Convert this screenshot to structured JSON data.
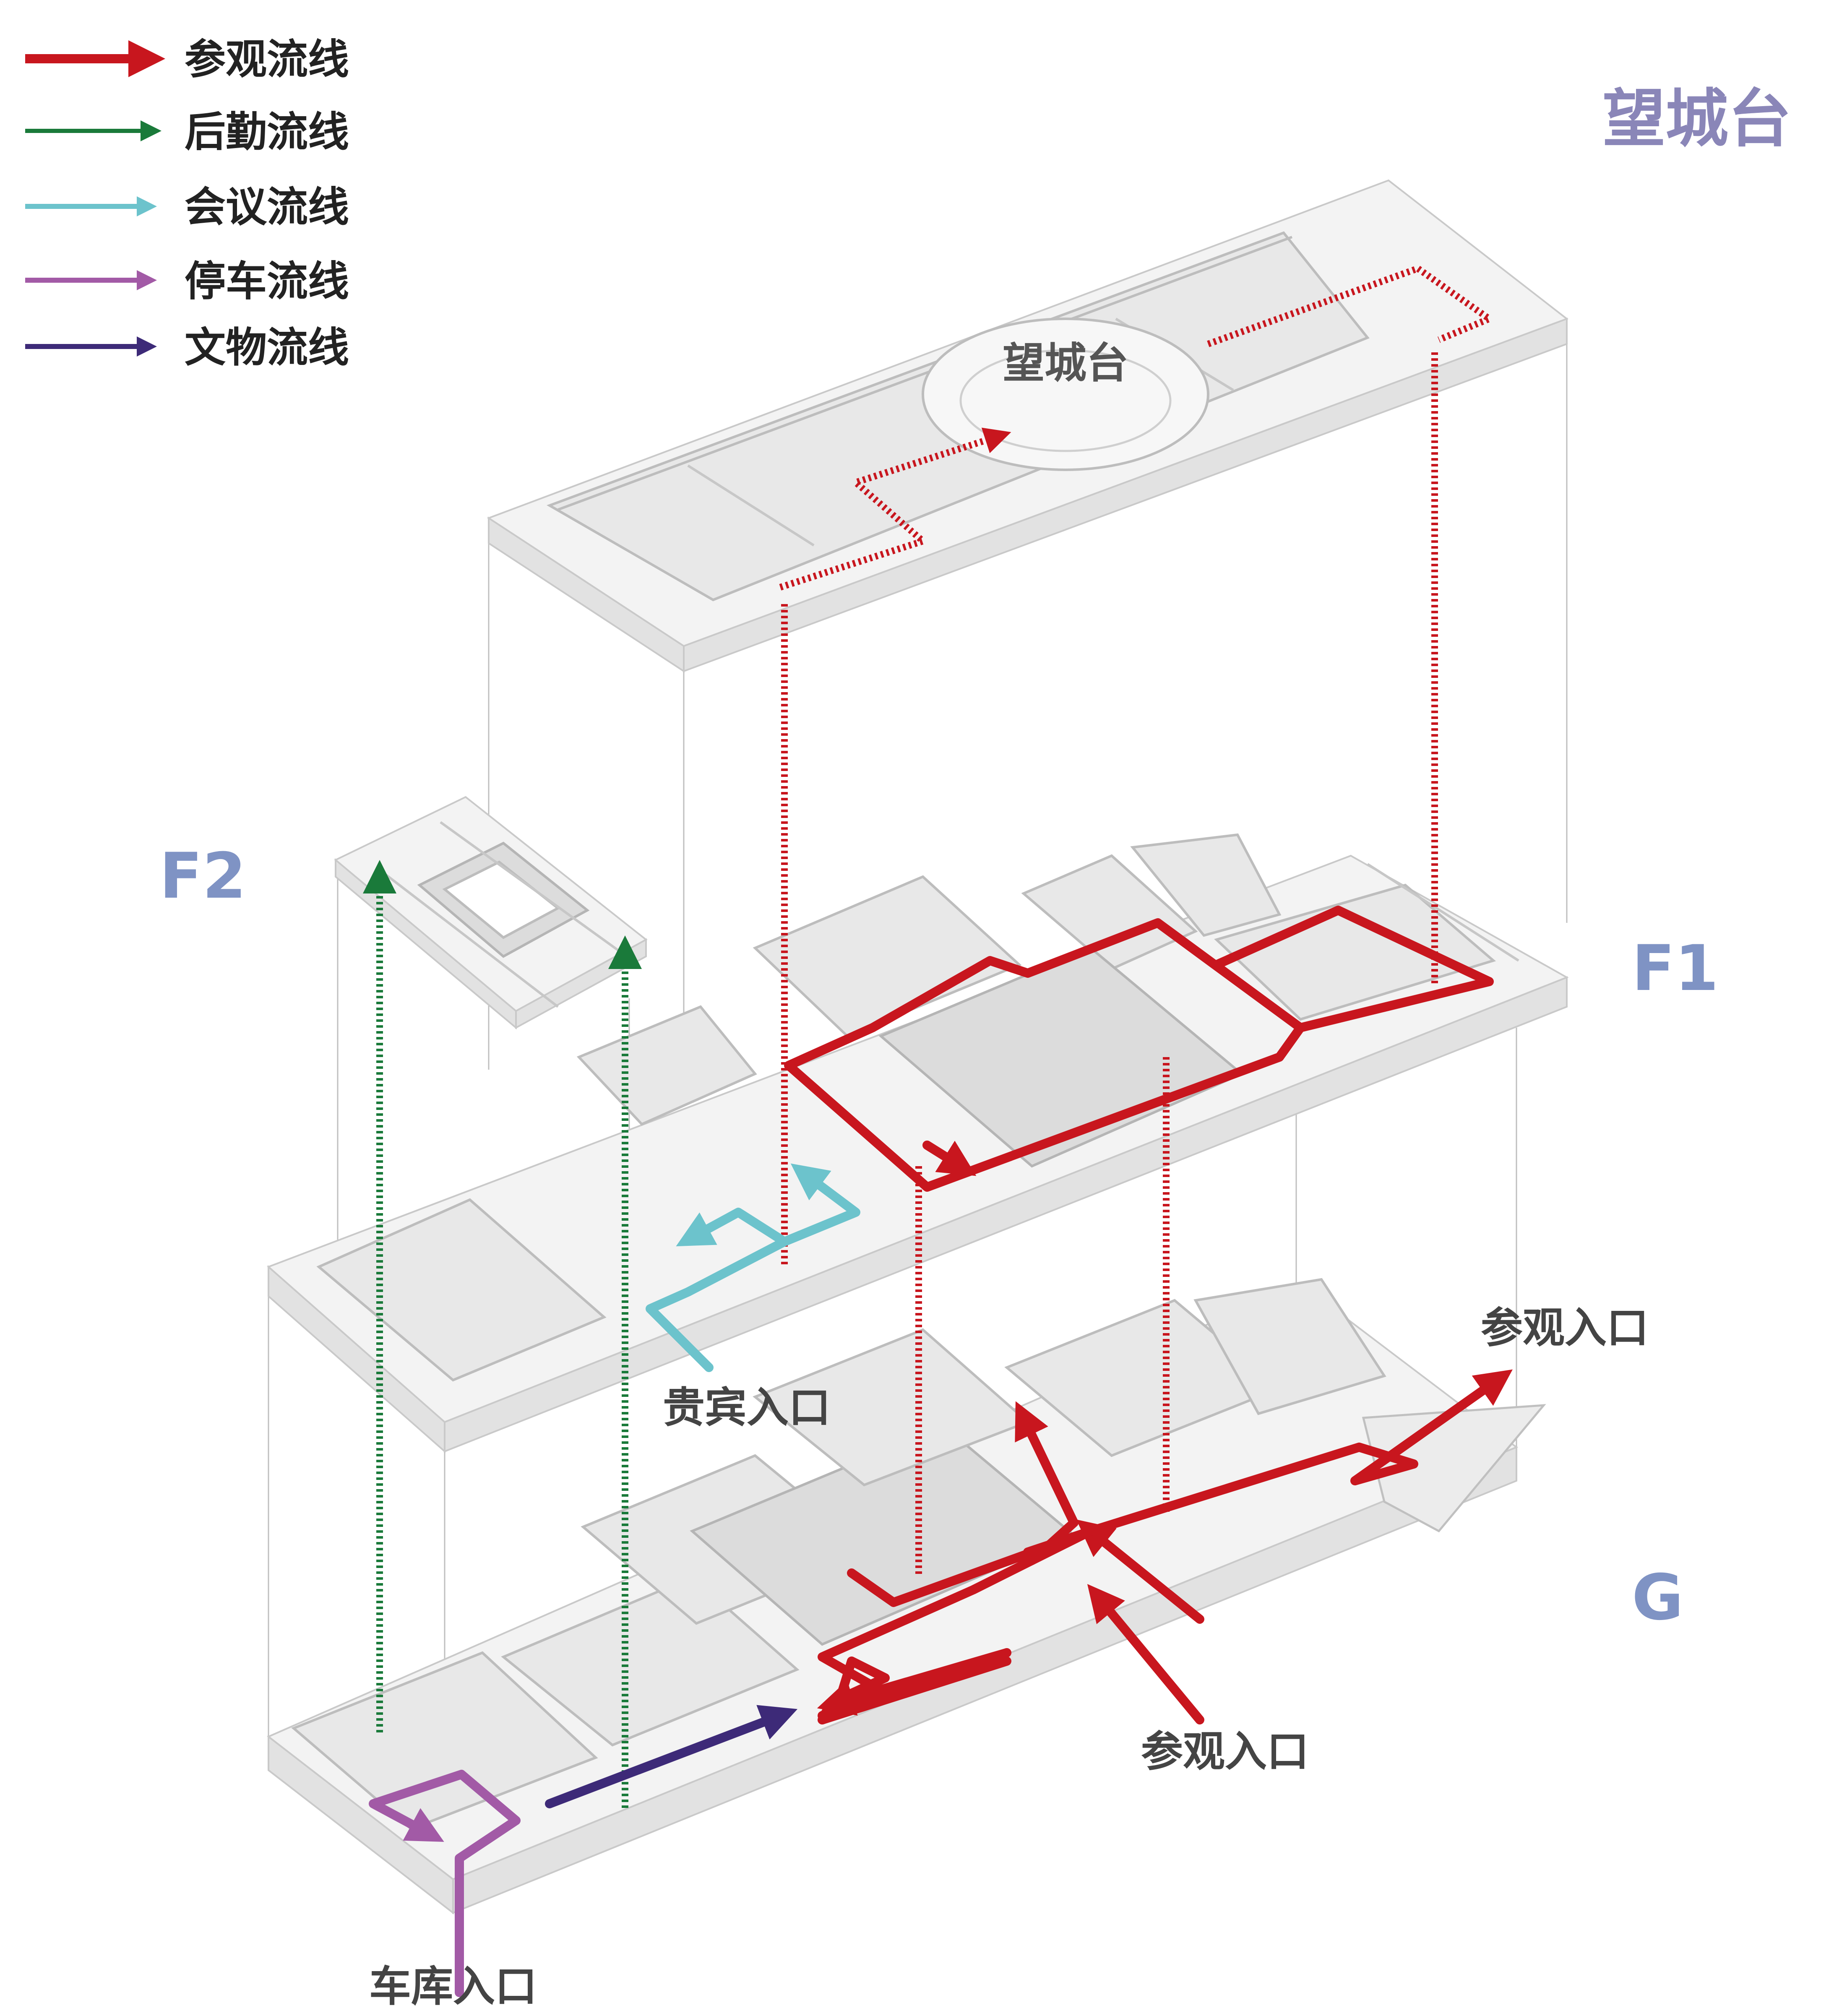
{
  "legend": {
    "items": [
      {
        "label": "参观流线",
        "color": "#c8161e",
        "icon": "arrow-right-icon"
      },
      {
        "label": "后勤流线",
        "color": "#1a7a3a",
        "icon": "arrow-right-icon"
      },
      {
        "label": "会议流线",
        "color": "#6cc3cc",
        "icon": "arrow-right-icon"
      },
      {
        "label": "停车流线",
        "color": "#a25aa6",
        "icon": "arrow-right-icon"
      },
      {
        "label": "文物流线",
        "color": "#3d2a78",
        "icon": "arrow-right-icon"
      }
    ]
  },
  "levels": {
    "top_title": "望城台",
    "top_plaza_label": "望城台",
    "f2": "F2",
    "f1": "F1",
    "g": "G"
  },
  "level_colors": {
    "title": "#8a86b8",
    "f_label": "#7f93c4"
  },
  "entrances": {
    "vip": "贵宾入口",
    "visitor_east": "参观入口",
    "visitor_south": "参观入口",
    "garage": "车库入口"
  }
}
